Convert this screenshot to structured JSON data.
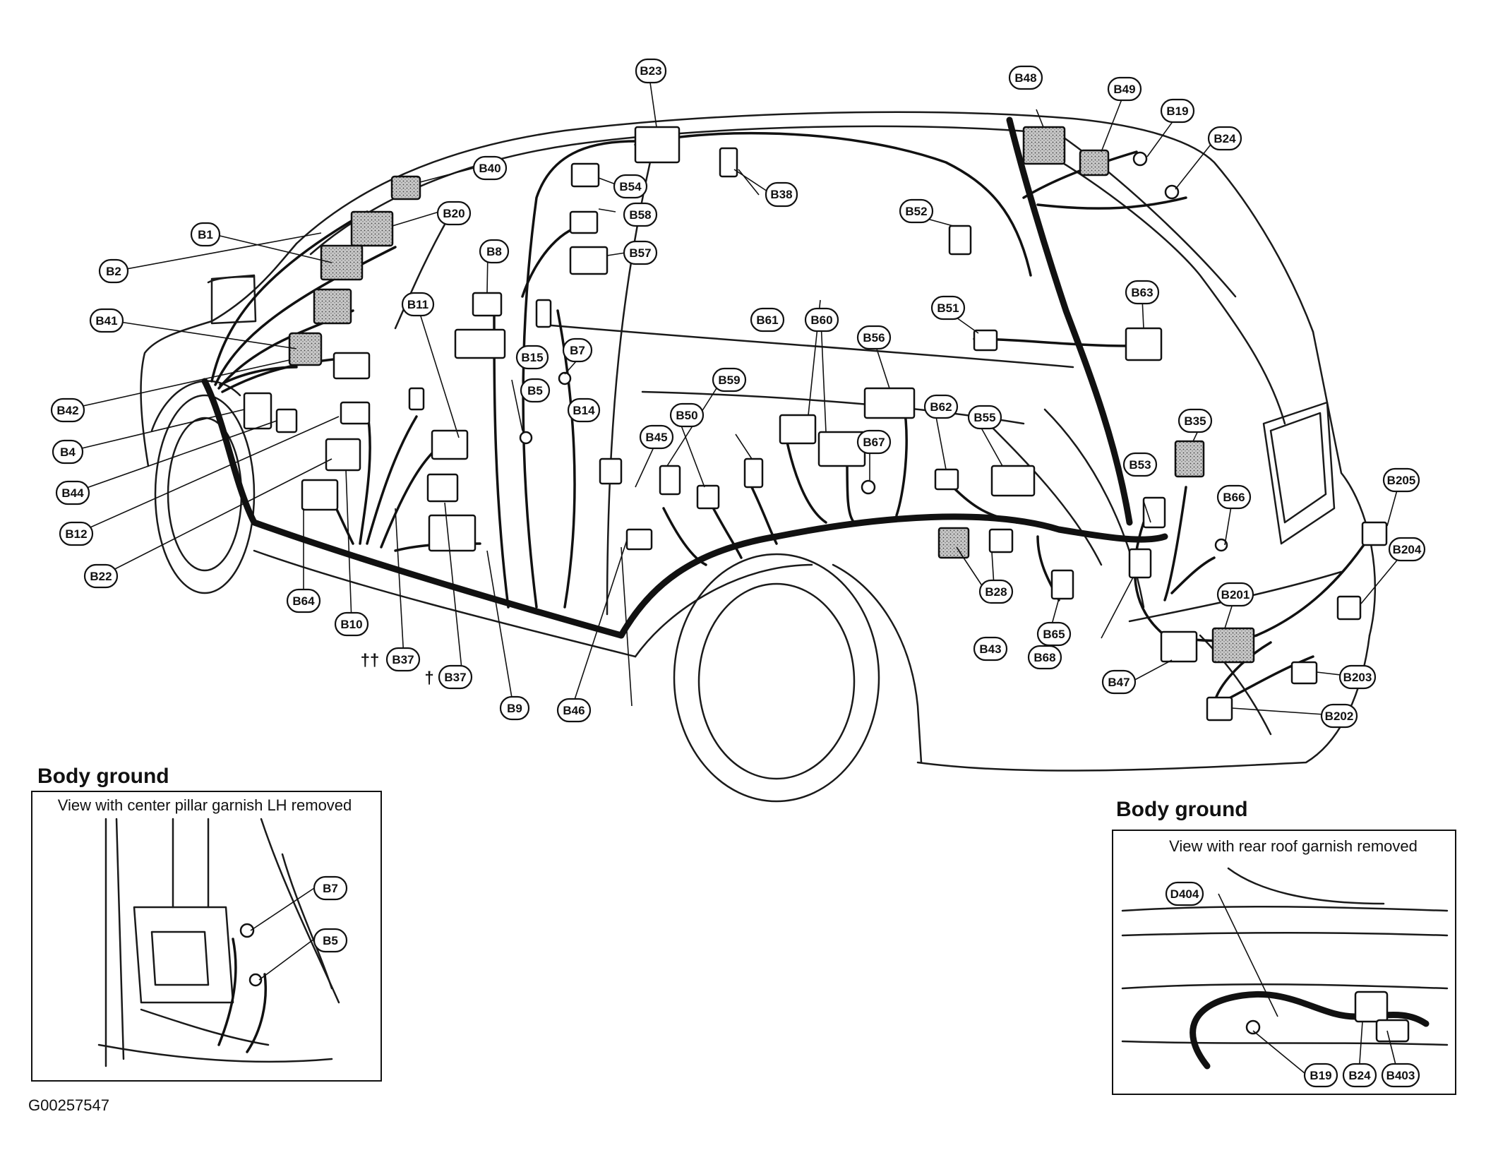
{
  "figure_code": "G00257547",
  "callouts": {
    "b1": "B1",
    "b2": "B2",
    "b4": "B4",
    "b5": "B5",
    "b7": "B7",
    "b8": "B8",
    "b9": "B9",
    "b10": "B10",
    "b11": "B11",
    "b12": "B12",
    "b14": "B14",
    "b15": "B15",
    "b19": "B19",
    "b20": "B20",
    "b22": "B22",
    "b23": "B23",
    "b24": "B24",
    "b28": "B28",
    "b35": "B35",
    "b37": "B37",
    "b38": "B38",
    "b40": "B40",
    "b41": "B41",
    "b42": "B42",
    "b43": "B43",
    "b44": "B44",
    "b45": "B45",
    "b46": "B46",
    "b47": "B47",
    "b48": "B48",
    "b49": "B49",
    "b50": "B50",
    "b51": "B51",
    "b52": "B52",
    "b53": "B53",
    "b54": "B54",
    "b55": "B55",
    "b56": "B56",
    "b57": "B57",
    "b58": "B58",
    "b59": "B59",
    "b60": "B60",
    "b61": "B61",
    "b62": "B62",
    "b63": "B63",
    "b64": "B64",
    "b65": "B65",
    "b66": "B66",
    "b67": "B67",
    "b68": "B68",
    "b201": "B201",
    "b202": "B202",
    "b203": "B203",
    "b204": "B204",
    "b205": "B205",
    "d404": "D404",
    "b403": "B403"
  },
  "marks": {
    "double_dagger": "††",
    "dagger": "†"
  },
  "inset_left": {
    "title": "Body ground",
    "caption": "View with center pillar garnish LH removed"
  },
  "inset_right": {
    "title": "Body ground",
    "caption": "View with rear roof garnish removed"
  }
}
